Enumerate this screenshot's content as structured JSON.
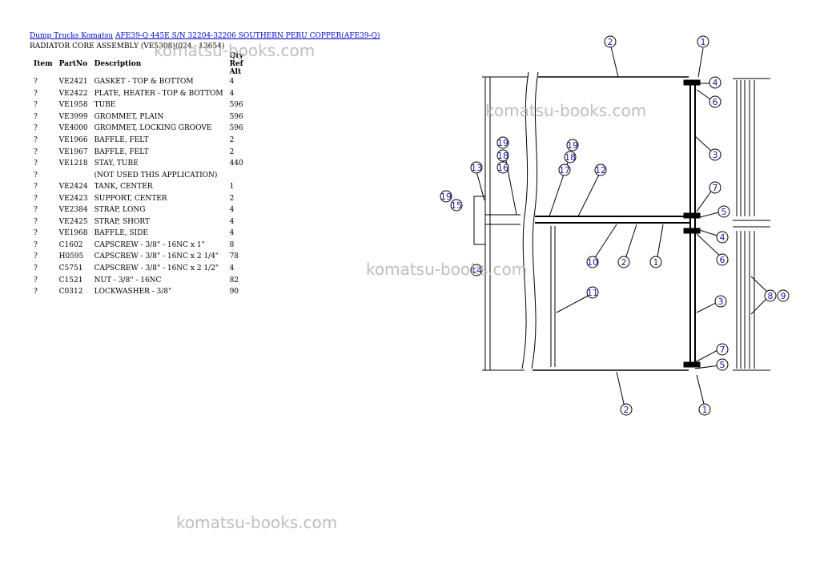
{
  "breadcrumb": {
    "link1": "Dump Trucks Komatsu",
    "link2": "AFE39-Q 445E S/N 32204-32206 SOUTHERN PERU COPPER(AFE39-Q)"
  },
  "subtitle": "RADIATOR CORE ASSEMBLY (VE5308)(024 - 13654)",
  "table": {
    "headers": {
      "item": "Item",
      "partno": "PartNo",
      "description": "Description",
      "qty": "Qty Ref Alt"
    },
    "rows": [
      {
        "item": "?",
        "partno": "VE2421",
        "description": "GASKET - TOP & BOTTOM",
        "qty": "4"
      },
      {
        "item": "?",
        "partno": "VE2422",
        "description": "PLATE, HEATER - TOP & BOTTOM",
        "qty": "4"
      },
      {
        "item": "?",
        "partno": "VE1958",
        "description": "TUBE",
        "qty": "596"
      },
      {
        "item": "?",
        "partno": "VE3999",
        "description": "GROMMET, PLAIN",
        "qty": "596"
      },
      {
        "item": "?",
        "partno": "VE4000",
        "description": "GROMMET, LOCKING GROOVE",
        "qty": "596"
      },
      {
        "item": "?",
        "partno": "VE1966",
        "description": "BAFFLE, FELT",
        "qty": "2"
      },
      {
        "item": "?",
        "partno": "VE1967",
        "description": "BAFFLE, FELT",
        "qty": "2"
      },
      {
        "item": "?",
        "partno": "VE1218",
        "description": "STAY, TUBE",
        "qty": "440"
      },
      {
        "item": "?",
        "partno": "",
        "description": "(NOT USED THIS APPLICATION)",
        "qty": ""
      },
      {
        "item": "?",
        "partno": "VE2424",
        "description": "TANK, CENTER",
        "qty": "1"
      },
      {
        "item": "?",
        "partno": "VE2423",
        "description": "SUPPORT, CENTER",
        "qty": "2"
      },
      {
        "item": "?",
        "partno": "VE2384",
        "description": "STRAP, LONG",
        "qty": "4"
      },
      {
        "item": "?",
        "partno": "VE2425",
        "description": "STRAP, SHORT",
        "qty": "4"
      },
      {
        "item": "?",
        "partno": "VE1968",
        "description": "BAFFLE, SIDE",
        "qty": "4"
      },
      {
        "item": "?",
        "partno": "C1602",
        "description": "CAPSCREW - 3/8\" - 16NC x 1\"",
        "qty": "8"
      },
      {
        "item": "?",
        "partno": "H0595",
        "description": "CAPSCREW - 3/8\" - 16NC x 2 1/4\"",
        "qty": "78"
      },
      {
        "item": "?",
        "partno": "C5751",
        "description": "CAPSCREW - 3/8\" - 16NC x 2 1/2\"",
        "qty": "4"
      },
      {
        "item": "?",
        "partno": "C1521",
        "description": "NUT - 3/8\" - 16NC",
        "qty": "82"
      },
      {
        "item": "?",
        "partno": "C0312",
        "description": "LOCKWASHER - 3/8\"",
        "qty": "90"
      }
    ]
  },
  "watermark": "komatsu-books.com",
  "callouts": [
    "2",
    "1",
    "4",
    "6",
    "3",
    "19",
    "18",
    "16",
    "17",
    "12",
    "19",
    "18",
    "13",
    "19",
    "15",
    "7",
    "5",
    "4",
    "6",
    "10",
    "2",
    "1",
    "14",
    "11",
    "3",
    "8",
    "9",
    "7",
    "5",
    "2",
    "1"
  ],
  "colors": {
    "link": "#0000cc",
    "callout": "#1a1aa6",
    "watermark": "#b8b8b8"
  }
}
